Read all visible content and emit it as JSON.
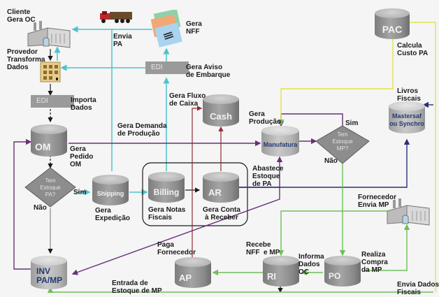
{
  "diagram": {
    "title_region": "Fluxo de processos OM / Manufatura / Compras",
    "nodes": {
      "cliente": {
        "label": "Cliente\nGera OC",
        "icon": "factory-icon"
      },
      "provedor": {
        "label": "Provedor\nTransforma\nDados",
        "icon": "office-building-icon"
      },
      "truck": {
        "icon": "truck-icon"
      },
      "nff": {
        "label": "Gera\nNFF",
        "icon": "documents-icon"
      },
      "edi_top": {
        "text": "EDI",
        "label": "Gera Aviso\nde Embarque"
      },
      "edi_left": {
        "text": "EDI",
        "label": "Importa\nDados"
      },
      "pac": {
        "text": "PAC",
        "label": "Calcula\nCusto PA"
      },
      "cash": {
        "text": "Cash",
        "label": "Gera Fluxo\nde Caixa"
      },
      "om": {
        "text": "OM",
        "label": "Gera\nPedido\nOM"
      },
      "manufatura": {
        "text": "Manufatura",
        "label_above": "Gera\nProdução",
        "label_below": "Abastece\nEstoque\nde PA"
      },
      "mastersaf": {
        "text": "Mastersaf\nou Synchro",
        "label": "Livros\nFiscais"
      },
      "decision_pa": {
        "text": "Tem\nEstoque\nPA?",
        "yes": "Sim",
        "no": "Não"
      },
      "decision_mp": {
        "text": "Tem\nEstoque\nMP?",
        "yes": "Sim",
        "no": "Não"
      },
      "shipping": {
        "text": "Shipping",
        "label": "Gera\nExpedição"
      },
      "billing": {
        "text": "Billing",
        "label": "Gera Notas\nFiscais"
      },
      "ar": {
        "text": "AR",
        "label": "Gera Conta\nà Receber"
      },
      "fornecedor": {
        "label": "Fornecedor\nEnvia MP",
        "icon": "factory-icon"
      },
      "inv": {
        "text": "INV\nPA/MP",
        "label": "Entrada de\nEstoque de MP"
      },
      "ap": {
        "text": "AP",
        "label": "Paga\nFornecedor"
      },
      "ri": {
        "text": "RI",
        "label": "Recebe\nNFF  e MP"
      },
      "po": {
        "text": "PO",
        "label_left": "Informa\nDados\nOC",
        "label_right": "Realiza\nCompra\nda MP"
      }
    },
    "edge_labels": {
      "envia_pa": "Envia\nPA",
      "gera_demanda": "Gera Demanda\nde Produção",
      "envia_dados_fiscais": "Envia Dados\nFiscais"
    },
    "colors": {
      "cyan": "#4cc3cc",
      "purple": "#6b2f7a",
      "dark_red": "#8f2b33",
      "green": "#6fbf5a",
      "yellow": "#e6e24c",
      "navy": "#2c2f7a",
      "black": "#1a1a1a"
    }
  }
}
